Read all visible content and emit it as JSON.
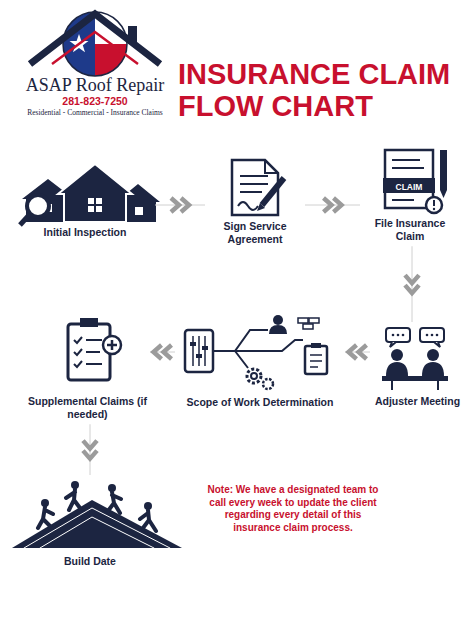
{
  "diagram": {
    "title": "INSURANCE CLAIM FLOW CHART",
    "nodes": [
      {
        "text": [
          "Initial Inspection"
        ]
      },
      {
        "text": [
          "Sign Service Agreement"
        ]
      },
      {
        "text": [
          "File Insurance Claim"
        ]
      },
      {
        "text": [
          "Adjuster Meeting"
        ]
      },
      {
        "text": [
          "Scope of Work Determination"
        ]
      },
      {
        "text": [
          "Supplemental Claims (if needed)"
        ]
      },
      {
        "text": [
          "Build Date"
        ]
      }
    ],
    "edges": [
      {
        "from": 0,
        "to": 1,
        "arrow": "to"
      },
      {
        "from": 1,
        "to": 2,
        "arrow": "to"
      },
      {
        "from": 2,
        "to": 3,
        "arrow": "to"
      },
      {
        "from": 3,
        "to": 4,
        "arrow": "to"
      },
      {
        "from": 4,
        "to": 5,
        "arrow": "to"
      },
      {
        "from": 5,
        "to": 6,
        "arrow": "to"
      }
    ],
    "labels": [
      "ASAP Roof Repair",
      "281-823-7250",
      "Residential - Commercial - Insurance Claims",
      "CLAIM",
      "Note: We have a designated team to call every week to update the client regarding every detail of this insurance claim process."
    ]
  }
}
